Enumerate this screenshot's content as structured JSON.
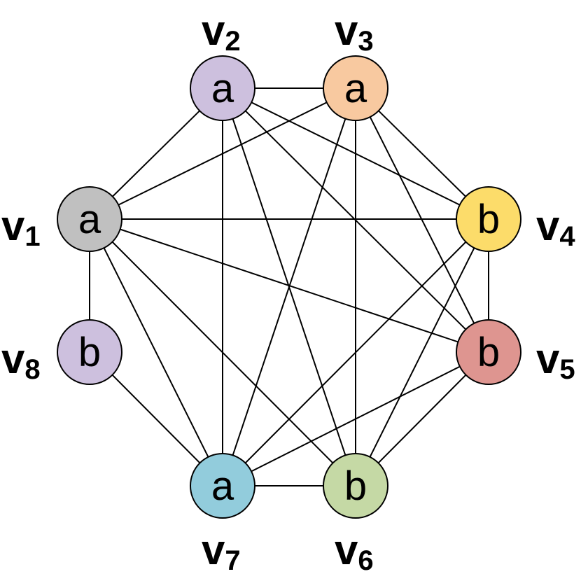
{
  "graph": {
    "nodes": [
      {
        "id": "v1",
        "label_main": "v",
        "label_sub": "1",
        "letter": "a",
        "color": "#c0c0c0"
      },
      {
        "id": "v2",
        "label_main": "v",
        "label_sub": "2",
        "letter": "a",
        "color": "#cdc0de"
      },
      {
        "id": "v3",
        "label_main": "v",
        "label_sub": "3",
        "letter": "a",
        "color": "#f8c9a0"
      },
      {
        "id": "v4",
        "label_main": "v",
        "label_sub": "4",
        "letter": "b",
        "color": "#fcdc6a"
      },
      {
        "id": "v5",
        "label_main": "v",
        "label_sub": "5",
        "letter": "b",
        "color": "#de9590"
      },
      {
        "id": "v6",
        "label_main": "v",
        "label_sub": "6",
        "letter": "b",
        "color": "#c5d9a5"
      },
      {
        "id": "v7",
        "label_main": "v",
        "label_sub": "7",
        "letter": "a",
        "color": "#92ccdc"
      },
      {
        "id": "v8",
        "label_main": "v",
        "label_sub": "8",
        "letter": "b",
        "color": "#cdc0de"
      }
    ],
    "edges": [
      [
        "v1",
        "v2"
      ],
      [
        "v1",
        "v3"
      ],
      [
        "v1",
        "v4"
      ],
      [
        "v1",
        "v5"
      ],
      [
        "v1",
        "v6"
      ],
      [
        "v1",
        "v7"
      ],
      [
        "v1",
        "v8"
      ],
      [
        "v2",
        "v3"
      ],
      [
        "v2",
        "v4"
      ],
      [
        "v2",
        "v5"
      ],
      [
        "v2",
        "v6"
      ],
      [
        "v2",
        "v7"
      ],
      [
        "v3",
        "v4"
      ],
      [
        "v3",
        "v5"
      ],
      [
        "v3",
        "v6"
      ],
      [
        "v3",
        "v7"
      ],
      [
        "v4",
        "v5"
      ],
      [
        "v4",
        "v6"
      ],
      [
        "v4",
        "v7"
      ],
      [
        "v5",
        "v6"
      ],
      [
        "v5",
        "v7"
      ],
      [
        "v6",
        "v7"
      ],
      [
        "v7",
        "v8"
      ]
    ]
  }
}
